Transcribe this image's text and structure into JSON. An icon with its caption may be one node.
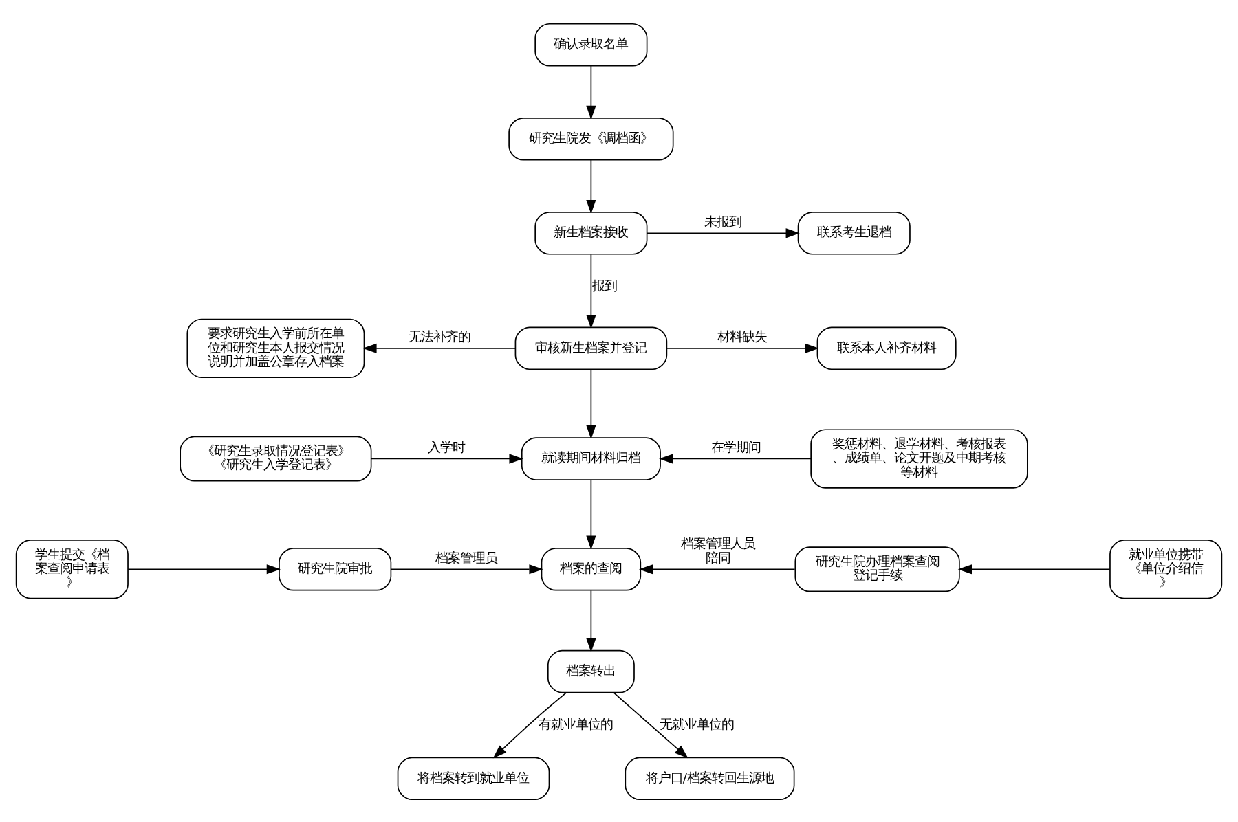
{
  "diagram": {
    "nodes": [
      {
        "text": [
          "确认录取名单"
        ]
      },
      {
        "text": [
          "研究生院发《调档函》"
        ]
      },
      {
        "text": [
          "新生档案接收"
        ]
      },
      {
        "text": [
          "联系考生退档"
        ]
      },
      {
        "text": [
          "审核新生档案并登记"
        ]
      },
      {
        "text": [
          "要求研究生入学前所在单位和研究生本人报交情况说明并加盖公章存入档案"
        ]
      },
      {
        "text": [
          "联系本人补齐材料"
        ]
      },
      {
        "text": [
          "就读期间材料归档"
        ]
      },
      {
        "text": [
          "《研究生录取情况登记表》《研究生入学登记表》"
        ]
      },
      {
        "text": [
          "奖惩材料、退学材料、考核报表、成绩单、论文开题及中期考核等材料"
        ]
      },
      {
        "text": [
          "档案的查阅"
        ]
      },
      {
        "text": [
          "学生提交《档案查阅申请表》"
        ]
      },
      {
        "text": [
          "研究生院审批"
        ]
      },
      {
        "text": [
          "研究生院办理档案查阅登记手续"
        ]
      },
      {
        "text": [
          "就业单位携带《单位介绍信》"
        ]
      },
      {
        "text": [
          "档案转出"
        ]
      },
      {
        "text": [
          "将档案转到就业单位"
        ]
      },
      {
        "text": [
          "将户口/档案转回生源地"
        ]
      }
    ],
    "edges": [
      {
        "from": 0,
        "to": 1,
        "arrow": "to"
      },
      {
        "from": 1,
        "to": 2,
        "arrow": "to"
      },
      {
        "from": 2,
        "to": 3,
        "arrow": "to",
        "label": "未报到"
      },
      {
        "from": 2,
        "to": 4,
        "arrow": "to",
        "label": "报到"
      },
      {
        "from": 4,
        "to": 5,
        "arrow": "to",
        "label": "无法补齐的"
      },
      {
        "from": 4,
        "to": 6,
        "arrow": "to",
        "label": "材料缺失"
      },
      {
        "from": 4,
        "to": 7,
        "arrow": "to"
      },
      {
        "from": 8,
        "to": 7,
        "arrow": "to",
        "label": "入学时"
      },
      {
        "from": 9,
        "to": 7,
        "arrow": "to",
        "label": "在学期间"
      },
      {
        "from": 7,
        "to": 10,
        "arrow": "to"
      },
      {
        "from": 11,
        "to": 12,
        "arrow": "to"
      },
      {
        "from": 12,
        "to": 10,
        "arrow": "to",
        "label": "档案管理员"
      },
      {
        "from": 13,
        "to": 10,
        "arrow": "to",
        "label": "档案管理人员陪同"
      },
      {
        "from": 14,
        "to": 13,
        "arrow": "to"
      },
      {
        "from": 10,
        "to": 15,
        "arrow": "to"
      },
      {
        "from": 15,
        "to": 16,
        "arrow": "to",
        "label": "有就业单位的"
      },
      {
        "from": 15,
        "to": 17,
        "arrow": "to",
        "label": "无就业单位的"
      }
    ]
  }
}
